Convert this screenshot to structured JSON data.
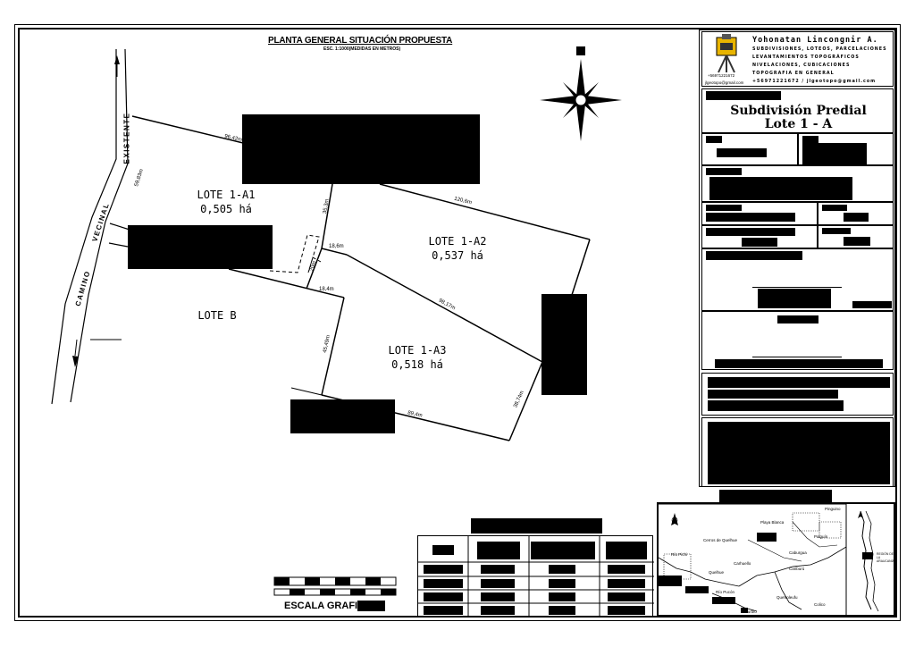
{
  "plan": {
    "title": "PLANTA GENERAL SITUACIÓN PROPUESTA",
    "subtitle": "ESC. 1:1000(MEDIDAS EN METROS)",
    "lots": [
      {
        "name": "LOTE 1-A1",
        "area": "0,505 há"
      },
      {
        "name": "LOTE 1-A2",
        "area": "0,537 há"
      },
      {
        "name": "LOTE 1-A3",
        "area": "0,518 há"
      },
      {
        "name": "LOTE B"
      }
    ],
    "dimensions": [
      "96,42m",
      "59,83m",
      "35,3m",
      "120,6m",
      "18,6m",
      "20m",
      "18,4m",
      "98,17m",
      "45,49m",
      "38,74m",
      "89,4m"
    ],
    "road": {
      "word1": "CAMINO",
      "word2": "VECINAL",
      "word3": "EXISTENTE"
    },
    "scale_label": "ESCALA GRAFICA"
  },
  "title_block": {
    "author_name": "Yohonatan Lincongnir A.",
    "services": [
      "SUBDIVISIONES, LOTEOS, PARCELACIONES",
      "LEVANTAMIENTOS TOPOGRÁFICOS",
      "NIVELACIONES, CUBICACIONES",
      "TOPOGRAFIA EN GENERAL"
    ],
    "phone_small": "+56971221672",
    "email_small": "jlgeotopo@gmail.com",
    "contact_line": "+56971221672 / jlgeotopo@gmail.com",
    "project_line1": "Subdivisión Predial",
    "project_line2": "Lote 1 - A"
  },
  "location_map": {
    "places": [
      "Pinguino",
      "Playa Blanca",
      "Cerros de Quelhue",
      "Río Pichi",
      "Caburgua",
      "Palguín",
      "Carhuello",
      "Quelhue",
      "Cariburú",
      "Río Pucón",
      "Quetroleufu",
      "El Turbio",
      "Colico"
    ],
    "region_label": "REGIÓN DE LA ARAUCANÍA"
  }
}
